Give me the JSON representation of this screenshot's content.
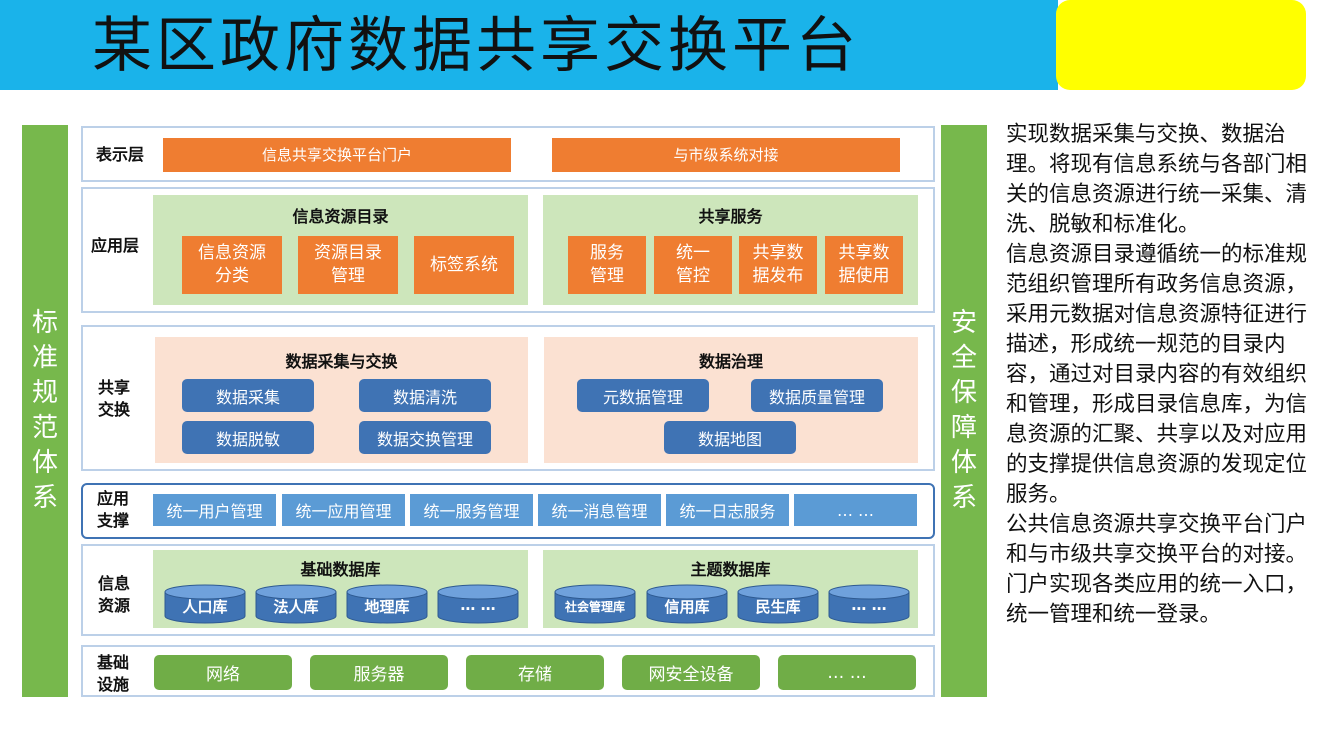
{
  "header": {
    "title": "某区政府数据共享交换平台"
  },
  "left_bar": {
    "label": [
      "标",
      "准",
      "规",
      "范",
      "体",
      "系"
    ]
  },
  "right_bar": {
    "label": [
      "安",
      "全",
      "保",
      "障",
      "体",
      "系"
    ]
  },
  "presentation": {
    "label": "表示层",
    "items": [
      "信息共享交换平台门户",
      "与市级系统对接"
    ]
  },
  "application": {
    "label": "应用层",
    "catalog": {
      "title": "信息资源目录",
      "items": [
        "信息资源\n分类",
        "资源目录\n管理",
        "标签系统"
      ]
    },
    "sharing": {
      "title": "共享服务",
      "items": [
        "服务\n管理",
        "统一\n管控",
        "共享数\n据发布",
        "共享数\n据使用"
      ]
    }
  },
  "exchange": {
    "label": "共享\n交换",
    "collect": {
      "title": "数据采集与交换",
      "items": [
        "数据采集",
        "数据清洗",
        "数据脱敏",
        "数据交换管理"
      ]
    },
    "governance": {
      "title": "数据治理",
      "items": [
        "元数据管理",
        "数据质量管理",
        "数据地图"
      ]
    }
  },
  "support": {
    "label": "应用\n支撑",
    "items": [
      "统一用户管理",
      "统一应用管理",
      "统一服务管理",
      "统一消息管理",
      "统一日志服务",
      "… …"
    ]
  },
  "resources": {
    "label": "信息\n资源",
    "base": {
      "title": "基础数据库",
      "items": [
        "人口库",
        "法人库",
        "地理库",
        "… …"
      ]
    },
    "topic": {
      "title": "主题数据库",
      "items": [
        "社会管理库",
        "信用库",
        "民生库",
        "… …"
      ]
    }
  },
  "infrastructure": {
    "label": "基础\n设施",
    "items": [
      "网络",
      "服务器",
      "存储",
      "网安全设备",
      "… …"
    ]
  },
  "description": {
    "paragraphs": [
      "实现数据采集与交换、数据治理。将现有信息系统与各部门相关的信息资源进行统一采集、清洗、脱敏和标准化。",
      "信息资源目录遵循统一的标准规范组织管理所有政务信息资源，采用元数据对信息资源特征进行描述，形成统一规范的目录内容，通过对目录内容的有效组织和管理，形成目录信息库，为信息资源的汇聚、共享以及对应用的支撑提供信息资源的发现定位服务。",
      "公共信息资源共享交换平台门户和与市级共享交换平台的对接。门户实现各类应用的统一入口，统一管理和统一登录。"
    ]
  },
  "colors": {
    "header_blue": "#1ab3ea",
    "yellow": "#ffff00",
    "side_green": "#77b84c",
    "orange": "#ef7d31",
    "dark_blue": "#3f73b4",
    "light_blue": "#5b9bd5",
    "infra_green": "#70ad47"
  }
}
